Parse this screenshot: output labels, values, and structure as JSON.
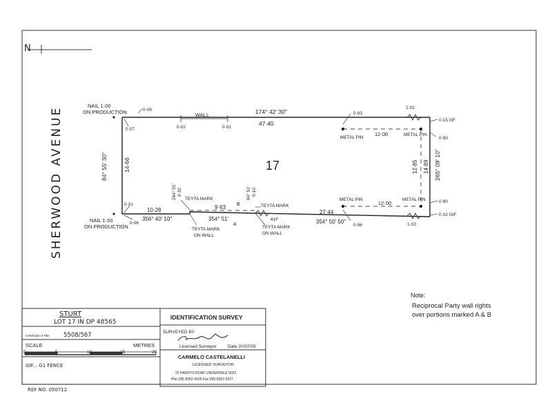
{
  "plan": {
    "north": "N",
    "street": "SHERWOOD    AVENUE",
    "lot": "17",
    "top_bearing": "174° 42' 30\"",
    "top_distance": "47·40",
    "left_bearing": "84° 55' 30\"",
    "left_distance": "14·66",
    "right_bearing": "265° 09' 10\"",
    "right_distance": "14·89",
    "right_inner_distance": "12·85",
    "wall_label": "WALL",
    "nail_top": [
      "NAIL 1·00",
      "ON PRODUCTION"
    ],
    "nail_bottom": [
      "NAIL 1·00",
      "ON PRODUCTION"
    ],
    "offsets": {
      "o09": "0·09",
      "o07": "0·07",
      "wall_left": "0·02",
      "wall_right": "0·02",
      "o93": "0·93",
      "o102_top": "1·02",
      "o15": "0·15 GF",
      "o90_top": "0·90",
      "o90_bot": "0·90",
      "o02gif": "0·02 GIF",
      "o102_bot": "1·02",
      "o96": "0·96",
      "o01": "0·01",
      "o06": "0·06"
    },
    "metal_pin": "METAL PIN",
    "dist_1200_top": "12·00",
    "dist_1200_bot": "12·00",
    "bottom_left_distance": "10·28",
    "bottom_left_bearing": "356° 40' 10\"",
    "bottom_mid_distance": "9·63",
    "bottom_mid_bearing": "354° 51'",
    "bottom_right_distance": "27·44",
    "bottom_right_bearing": "354° 50' 50\"",
    "tm1_bearing": "264° 51'",
    "tm1_dist": "0·32",
    "tm2_bearing": "84° 51'",
    "tm2_dist": "0·10",
    "teyta_mark": "TEYTA MARK",
    "teyta_mark_wall1": [
      "TEYTA MARK",
      "ON WALL"
    ],
    "teyta_mark_wall2": [
      "TEYTA MARK",
      "ON WALL"
    ],
    "label_a": "A",
    "label_b": "B",
    "label_41f": "41F",
    "note_title": "Note:",
    "note_lines": [
      "Reciprocal Party wall rights",
      "over portions marked A & B"
    ]
  },
  "title_block": {
    "parish": "STURT",
    "lot_dp": "LOT 17 IN DP 48565",
    "ct_label": "Certificate of Title",
    "ct_value": "5508/567",
    "scale_label": "SCALE",
    "metres_label": "METRES",
    "scale_ticks": [
      "0",
      "5",
      "10",
      "15",
      "20"
    ],
    "fence_note": "GIF... G1 FENCE",
    "ref_no": "REF NO. 050712",
    "survey_title": "IDENTIFICATION SURVEY",
    "surveyed_by": "SURVEYED BY",
    "licensed_surveyor": "Licensed Surveyor",
    "date": "Date 20/07/05",
    "surveyor_name": "CARMELO CASTELANELLI",
    "surveyor_title": "LICENSED SURVEYOR",
    "address": "25 HARDYS ROAD UNDERDALE 5032",
    "phone": "Phn (08) 8352-4156  Fax (08) 8352-3027"
  }
}
